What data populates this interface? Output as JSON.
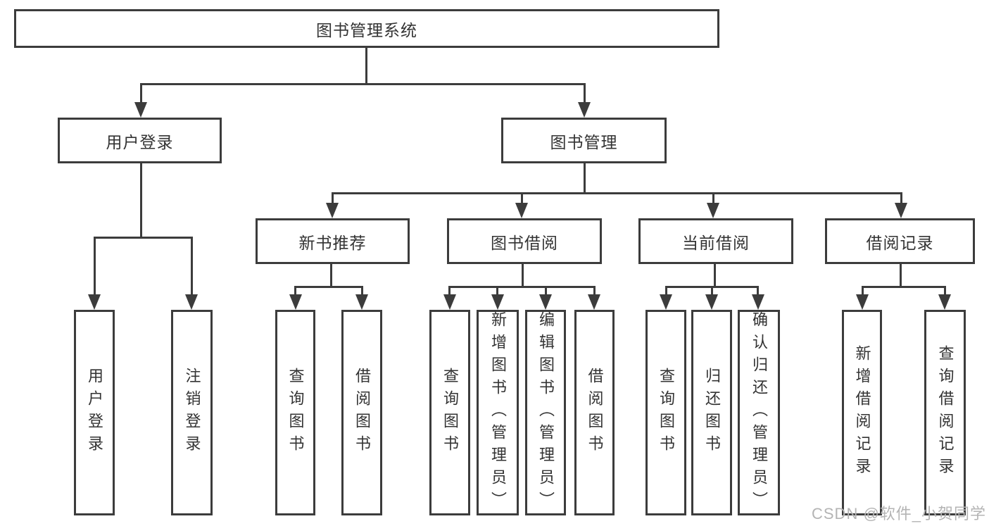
{
  "tree": {
    "label": "图书管理系统",
    "children": [
      {
        "label": "用户登录",
        "children": [
          {
            "label": "用户登录"
          },
          {
            "label": "注销登录"
          }
        ]
      },
      {
        "label": "图书管理",
        "children": [
          {
            "label": "新书推荐",
            "children": [
              {
                "label": "查询图书"
              },
              {
                "label": "借阅图书"
              }
            ]
          },
          {
            "label": "图书借阅",
            "children": [
              {
                "label": "查询图书"
              },
              {
                "label": "新增图书（管理员）"
              },
              {
                "label": "编辑图书（管理员）"
              },
              {
                "label": "借阅图书"
              }
            ]
          },
          {
            "label": "当前借阅",
            "children": [
              {
                "label": "查询图书"
              },
              {
                "label": "归还图书"
              },
              {
                "label": "确认归还（管理员）"
              }
            ]
          },
          {
            "label": "借阅记录",
            "children": [
              {
                "label": "新增借阅记录"
              },
              {
                "label": "查询借阅记录"
              }
            ]
          }
        ]
      }
    ]
  },
  "watermark": {
    "text": "CSDN @软件_小贺同学"
  },
  "colors": {
    "line": "#3c3c3c",
    "text": "#333333",
    "watermark": "#b4b4b4",
    "background": "#ffffff"
  }
}
